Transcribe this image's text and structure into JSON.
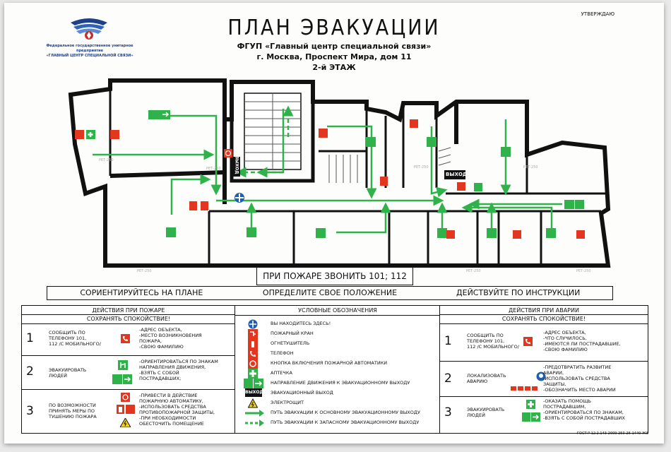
{
  "header": {
    "approve_label": "УТВЕРЖДАЮ",
    "title": "ПЛАН ЭВАКУАЦИИ",
    "line1": "ФГУП «Главный центр специальной связи»",
    "line2": "г. Москва, Проспект Мира, дом 11",
    "line3": "2-й ЭТАЖ"
  },
  "org": {
    "name_line1": "Федеральное государственное унитарное предприятие",
    "name_line2": "«ГЛАВНЫЙ ЦЕНТР СПЕЦИАЛЬНОЙ СВЯЗИ»"
  },
  "plan": {
    "exit_label": "ВЫХОД",
    "exit_label_vertical": "ВЫХОД",
    "room_code": "РЕТ-250",
    "call_text": "ПРИ ПОЖАРЕ ЗВОНИТЬ 101; 112"
  },
  "steps": [
    "СОРИЕНТИРУЙТЕСЬ НА ПЛАНЕ",
    "ОПРЕДЕЛИТЕ СВОЕ ПОЛОЖЕНИЕ",
    "ДЕЙСТВУЙТЕ ПО ИНСТРУКЦИИ"
  ],
  "fire_panel": {
    "title1": "ДЕЙСТВИЯ ПРИ ПОЖАРЕ",
    "title2": "СОХРАНЯТЬ СПОКОЙСТВИЕ!",
    "rows": [
      {
        "num": "1",
        "label": [
          "СООБЩИТЬ ПО",
          "ТЕЛЕФОНУ 101,",
          "112 /С МОБИЛЬНОГО/"
        ],
        "items": [
          "-АДРЕС ОБЪЕКТА,",
          "-МЕСТО ВОЗНИКНОВЕНИЯ",
          "ПОЖАРА,",
          "-СВОЮ ФАМИЛИЮ"
        ]
      },
      {
        "num": "2",
        "label": [
          "ЭВАКУИРОВАТЬ",
          "ЛЮДЕЙ"
        ],
        "items": [
          "-ОРИЕНТИРОВАТЬСЯ ПО ЗНАКАМ",
          "НАПРАВЛЕНИЯ ДВИЖЕНИЯ,",
          "-ВЗЯТЬ С СОБОЙ",
          "ПОСТРАДАВШИХ;"
        ]
      },
      {
        "num": "3",
        "label": [
          "ПО ВОЗМОЖНОСТИ",
          "ПРИНЯТЬ МЕРЫ ПО",
          "ТУШЕНИЮ ПОЖАРА"
        ],
        "items": [
          "-ПРИВЕСТИ В ДЕЙСТВИЕ",
          "ПОЖАРНУЮ АВТОМАТИКУ,",
          "-ИСПОЛЬЗОВАТЬ СРЕДСТВА",
          "ПРОТИВОПОЖАРНОЙ ЗАЩИТЫ,",
          "-ПРИ НЕОБХОДИМОСТИ",
          "ОБЕСТОЧИТЬ ПОМЕЩЕНИЕ"
        ]
      }
    ]
  },
  "legend": {
    "title": "УСЛОВНЫЕ ОБОЗНАЧЕНИЯ",
    "items": [
      {
        "icon": "you-are-here-icon",
        "label": "ВЫ НАХОДИТЕСЬ ЗДЕСЬ!"
      },
      {
        "icon": "fire-hydrant-icon",
        "label": "ПОЖАРНЫЙ КРАН"
      },
      {
        "icon": "fire-extinguisher-icon",
        "label": "ОГНЕТУШИТЕЛЬ"
      },
      {
        "icon": "phone-icon",
        "label": "ТЕЛЕФОН"
      },
      {
        "icon": "alarm-button-icon",
        "label": "КНОПКА ВКЛЮЧЕНИЯ ПОЖАРНОЙ АВТОМАТИКИ"
      },
      {
        "icon": "first-aid-icon",
        "label": "АПТЕЧКА"
      },
      {
        "icon": "exit-direction-icon",
        "label": "НАПРАВЛЕНИЕ ДВИЖЕНИЯ К ЭВАКУАЦИОННОМУ ВЫХОДУ"
      },
      {
        "icon": "exit-sign-icon",
        "label": "ЭВАКУАЦИОННЫЙ ВЫХОД"
      },
      {
        "icon": "high-voltage-icon",
        "label": "ЭЛЕКТРОЩИТ"
      },
      {
        "icon": "main-route-arrow-icon",
        "label": "ПУТЬ ЭВАКУАЦИИ К ОСНОВНОМУ ЭВАКУАЦИОННОМУ ВЫХОДУ"
      },
      {
        "icon": "spare-route-arrow-icon",
        "label": "ПУТЬ ЭВАКУАЦИИ К ЗАПАСНОМУ ЭВАКУАЦИОННОМУ ВЫХОДУ"
      }
    ],
    "exit_badge": "ВЫХОД"
  },
  "accident_panel": {
    "title1": "ДЕЙСТВИЯ ПРИ АВАРИИ",
    "title2": "СОХРАНЯТЬ СПОКОЙСТВИЕ!",
    "rows": [
      {
        "num": "1",
        "label": [
          "СООБЩИТЬ ПО",
          "ТЕЛЕФОНУ 101,",
          "112 /С МОБИЛЬНОГО/"
        ],
        "items": [
          "-АДРЕС ОБЪЕКТА,",
          "-ЧТО СЛУЧИЛОСЬ,",
          "-ИМЕЮТСЯ ЛИ ПОСТРАДАВШИЕ,",
          "-СВОЮ ФАМИЛИЮ"
        ]
      },
      {
        "num": "2",
        "label": [
          "ЛОКАЛИЗОВАТЬ",
          "АВАРИЮ"
        ],
        "items": [
          "-ПРЕДОТВРАТИТЬ РАЗВИТИЕ",
          "АВАРИИ,",
          "-ИСПОЛЬЗОВАТЬ СРЕДСТВА",
          "ЗАЩИТЫ,",
          "-ОБОЗНАЧИТЬ МЕСТО АВАРИИ"
        ]
      },
      {
        "num": "3",
        "label": [
          "ЭВАКУИРОВАТЬ",
          "ЛЮДЕЙ"
        ],
        "items": [
          "-ОКАЗАТЬ ПОМОЩЬ",
          "ПОСТРАДАВШИМ,",
          "-ОРИЕНТИРОВАТЬСЯ ПО ЗНАКАМ,",
          "-ВЗЯТЬ С СОБОЙ ПОСТРАДАВШИХ"
        ]
      }
    ]
  },
  "footer": {
    "gost": "ГОСТ Р 12.2.143-2009  250-26-1440-ЖЭ"
  },
  "colors": {
    "wall": "#111111",
    "route": "#2fb24a",
    "fire": "#e3361f",
    "logo": "#1e3f8a"
  }
}
